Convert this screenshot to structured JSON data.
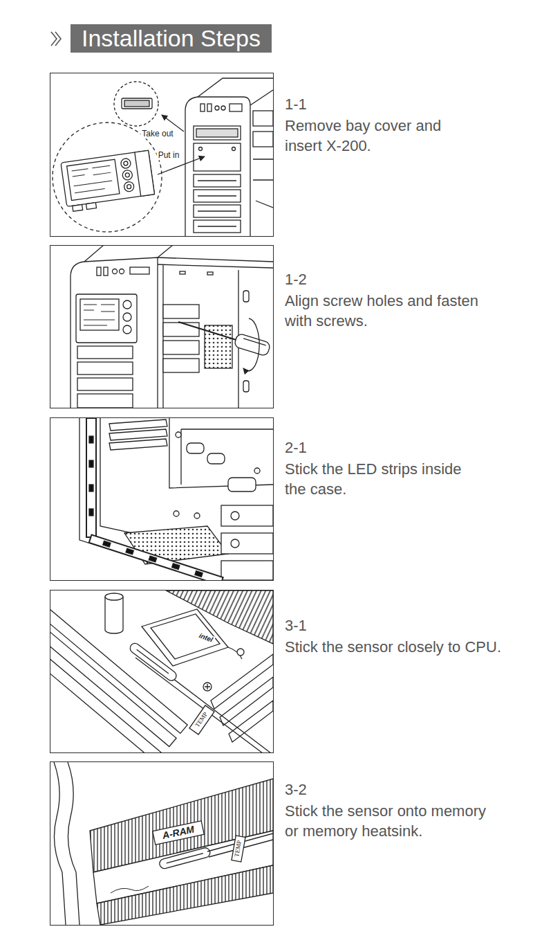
{
  "diagram": {
    "title": "Installation Steps",
    "nodes": [
      {
        "text": [
          "1-1",
          "Remove bay cover and insert X-200."
        ]
      },
      {
        "text": [
          "1-2",
          "Align screw holes and fasten with screws."
        ]
      },
      {
        "text": [
          "2-1",
          "Stick the LED strips inside the case."
        ]
      },
      {
        "text": [
          "3-1",
          "Stick the sensor closely to CPU."
        ]
      },
      {
        "text": [
          "3-2",
          "Stick the sensor onto memory or memory heatsink."
        ]
      }
    ],
    "labels": [
      "Take out",
      "Put in",
      "intel",
      "TEMP",
      "TEMP",
      "A-RAM"
    ]
  }
}
